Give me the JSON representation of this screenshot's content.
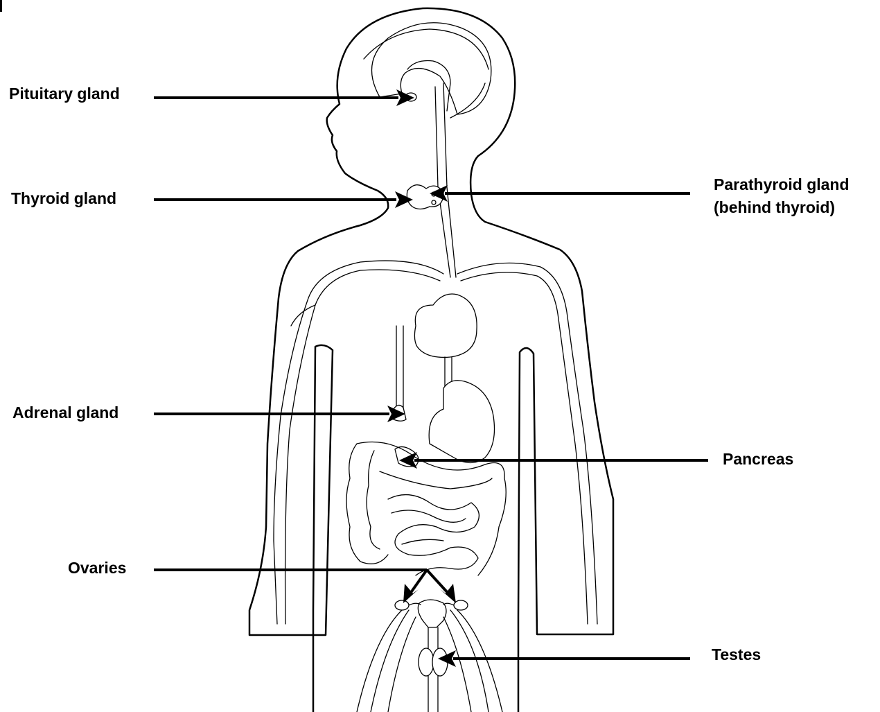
{
  "labels": {
    "pituitary": "Pituitary gland",
    "thyroid": "Thyroid gland",
    "parathyroid_line1": "Parathyroid gland",
    "parathyroid_line2": "(behind thyroid)",
    "adrenal": "Adrenal gland",
    "pancreas": "Pancreas",
    "ovaries": "Ovaries",
    "testes": "Testes"
  },
  "colors": {
    "line": "#000000",
    "background": "#ffffff"
  }
}
